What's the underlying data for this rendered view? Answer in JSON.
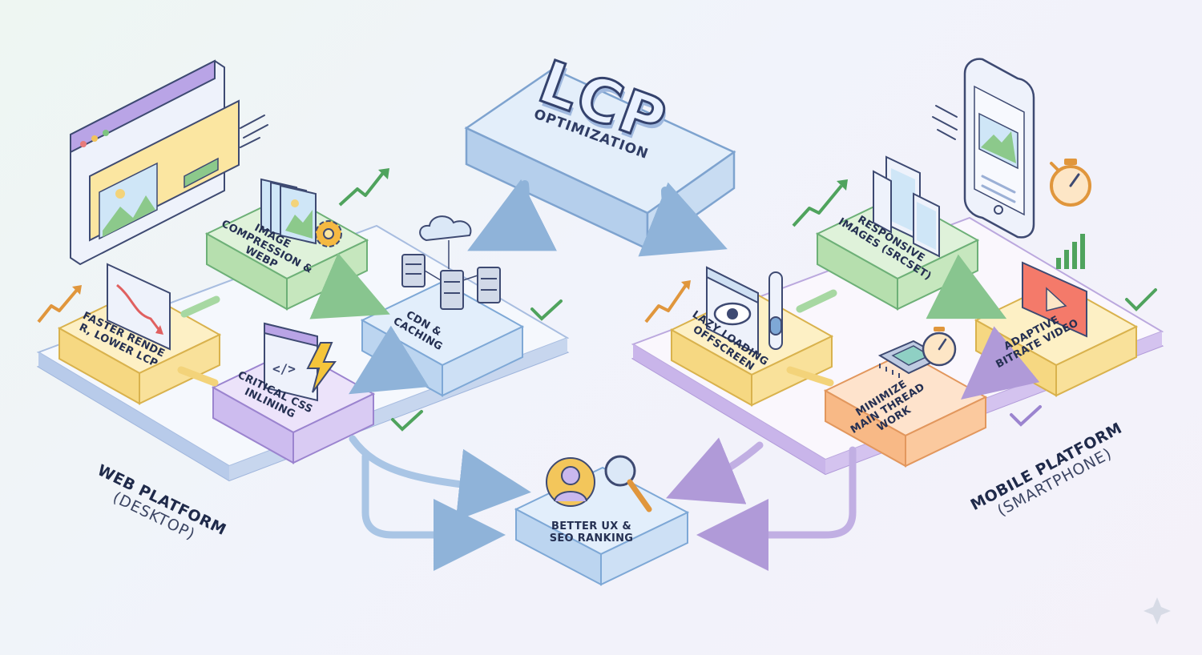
{
  "hero": {
    "title": "LCP",
    "subtitle": "OPTIMIZATION"
  },
  "web_platform": {
    "title": "WEB PLATFORM",
    "subtitle": "(DESKTOP)",
    "nodes": {
      "image_compression": "IMAGE COMPRESSION & WebP",
      "cdn_caching": "CDN & CACHING",
      "faster_render": "FASTER RENDE R, LOWER LCP",
      "critical_css": "CRITICAL CSS INLINING"
    },
    "code_glyph": "</>"
  },
  "mobile_platform": {
    "title": "MOBILE PLATFORM",
    "subtitle": "(SMARTPHONE)",
    "nodes": {
      "responsive_images": "RESPONSIVE IMAGES (srcset)",
      "lazy_loading": "LAZY LOADING OFFSCREEN",
      "adaptive_video": "ADAPTIVE BITRATE VIDEO",
      "main_thread": "MINIMIZE MAIN THREAD WORK"
    }
  },
  "outcome": {
    "label": "BETTER UX & SEO RANKING"
  },
  "colors": {
    "green": "#c7e8c2",
    "green_edge": "#6db077",
    "blue": "#cfe3f6",
    "blue_edge": "#7ea8d6",
    "yellow": "#fbe6a1",
    "yellow_edge": "#d9b24d",
    "purple": "#ddd0f3",
    "purple_edge": "#9b84cf",
    "orange": "#fcd2b0",
    "orange_edge": "#e2975d",
    "hero": "#cfe0f3",
    "arrow_green": "#4fa35d",
    "arrow_orange": "#e0963c"
  },
  "icons": [
    "browser-window-icon",
    "image-stack-icon",
    "gear-icon",
    "cloud-server-icon",
    "chart-down-icon",
    "code-window-icon",
    "lightning-icon",
    "smartphone-icon",
    "stopwatch-icon",
    "device-stack-icon",
    "eye-window-icon",
    "slider-icon",
    "video-play-icon",
    "bar-chart-icon",
    "cpu-chip-icon",
    "user-avatar-icon",
    "magnifier-icon",
    "checkmark-icon",
    "trend-up-arrow-icon",
    "sparkle-icon"
  ]
}
